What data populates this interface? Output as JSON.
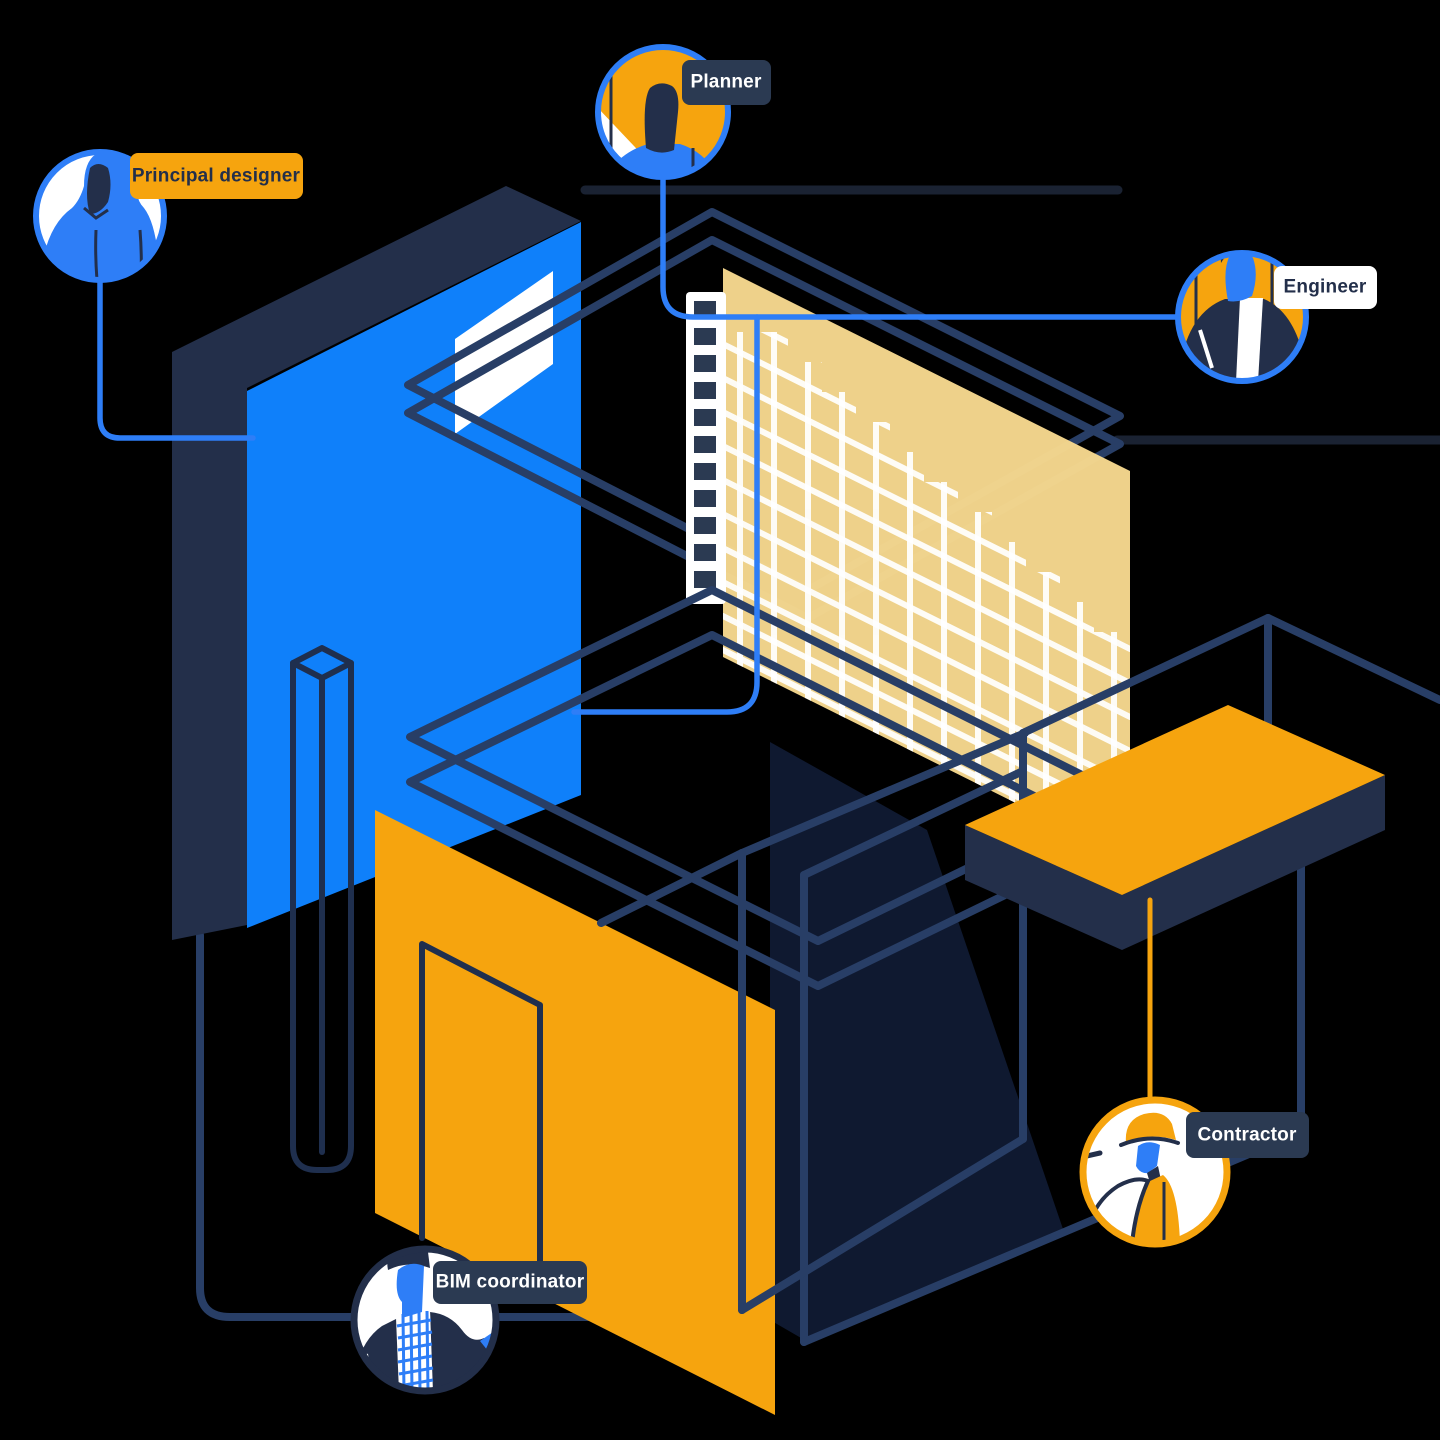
{
  "scene": {
    "description": "Isometric BIM construction illustration with labelled project roles",
    "roles": [
      {
        "label": "Principal designer",
        "badge": "yellow",
        "avatar": "designer-figure"
      },
      {
        "label": "Planner",
        "badge": "navy",
        "avatar": "planner-figure"
      },
      {
        "label": "Engineer",
        "badge": "white",
        "avatar": "engineer-figure"
      },
      {
        "label": "Contractor",
        "badge": "navy",
        "avatar": "contractor-figure"
      },
      {
        "label": "BIM coordinator",
        "badge": "navy",
        "avatar": "bim-coordinator-figure"
      }
    ]
  },
  "colors": {
    "background": "#000000",
    "blue": "#2e7ef7",
    "blue_wall": "#0f80fa",
    "navy": "#232f4a",
    "navy_badge": "#2b3a52",
    "navy_wire": "#283e66",
    "navy_wire_dark": "#1f2f4e",
    "dark_cube": "#0f1930",
    "yellow": "#f6a40e",
    "panel_yellow": "#f6d88e",
    "white": "#ffffff",
    "faint_line": "#1a2232"
  }
}
